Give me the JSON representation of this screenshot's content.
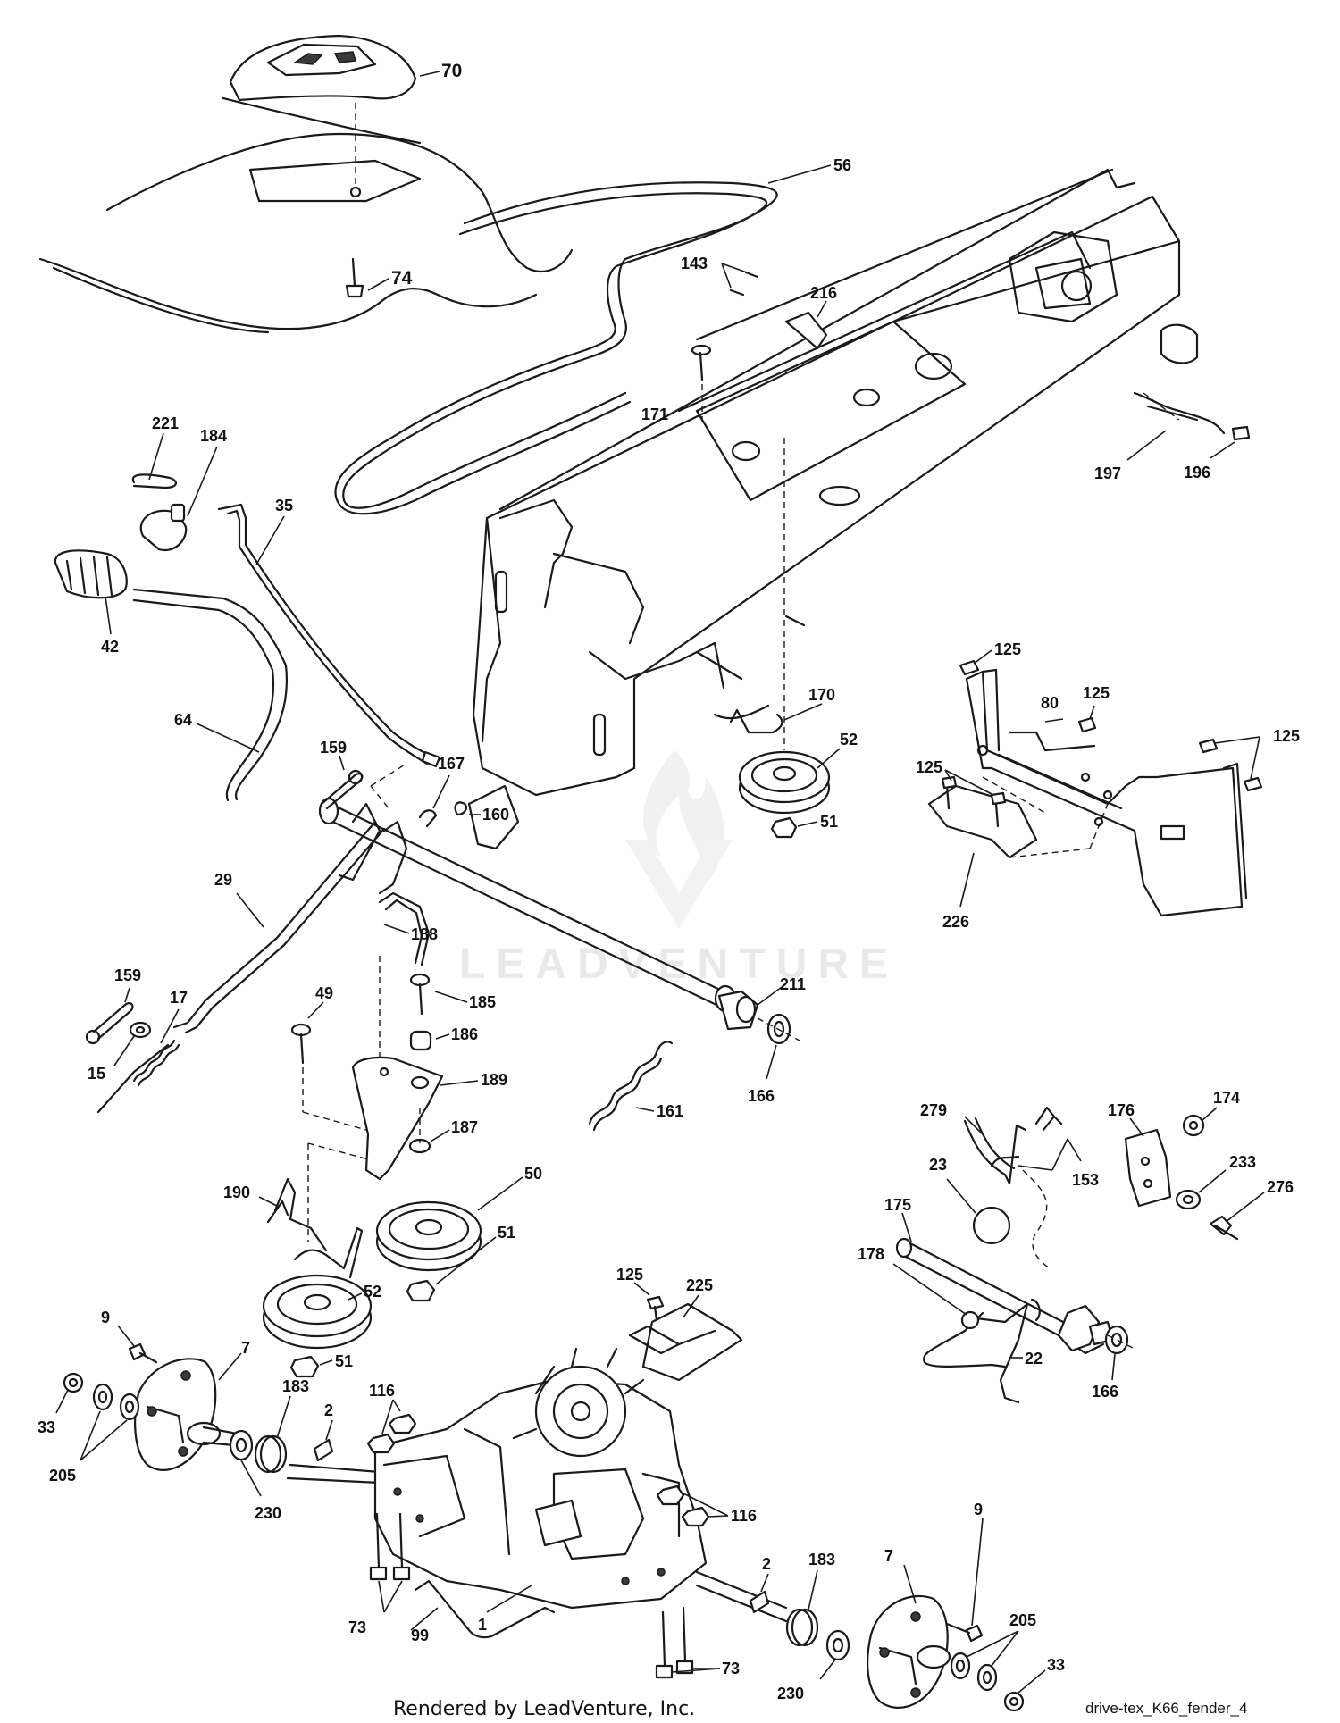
{
  "diagram": {
    "watermark": "LEADVENTURE",
    "footer_credit": "Rendered by LeadVenture, Inc.",
    "file_name": "drive-tex_K66_fender_4"
  },
  "callouts": {
    "c70": "70",
    "c74": "74",
    "c56": "56",
    "c143": "143",
    "c216": "216",
    "c171": "171",
    "c197": "197",
    "c196": "196",
    "c221": "221",
    "c184": "184",
    "c35": "35",
    "c42": "42",
    "c125a": "125",
    "c125b": "125",
    "c125c": "125",
    "c125d": "125",
    "c125e": "125",
    "c80": "80",
    "c170": "170",
    "c52a": "52",
    "c51a": "51",
    "c64": "64",
    "c159a": "159",
    "c167": "167",
    "c160": "160",
    "c226": "226",
    "c29": "29",
    "c188": "188",
    "c159b": "159",
    "c17": "17",
    "c15": "15",
    "c49": "49",
    "c185": "185",
    "c186": "186",
    "c189": "189",
    "c211": "211",
    "c166a": "166",
    "c161": "161",
    "c187": "187",
    "c279": "279",
    "c174": "174",
    "c176": "176",
    "c233": "233",
    "c153": "153",
    "c276": "276",
    "c23": "23",
    "c190": "190",
    "c50": "50",
    "c51b": "51",
    "c52b": "52",
    "c51c": "51",
    "c175": "175",
    "c178": "178",
    "c22": "22",
    "c166b": "166",
    "c225": "225",
    "c9a": "9",
    "c7a": "7",
    "c183a": "183",
    "c116a": "116",
    "c2a": "2",
    "c33a": "33",
    "c205a": "205",
    "c230a": "230",
    "c116b": "116",
    "c73a": "73",
    "c99": "99",
    "c1": "1",
    "c2b": "2",
    "c183b": "183",
    "c7b": "7",
    "c9b": "9",
    "c205b": "205",
    "c33b": "33",
    "c230b": "230",
    "c73b": "73"
  }
}
